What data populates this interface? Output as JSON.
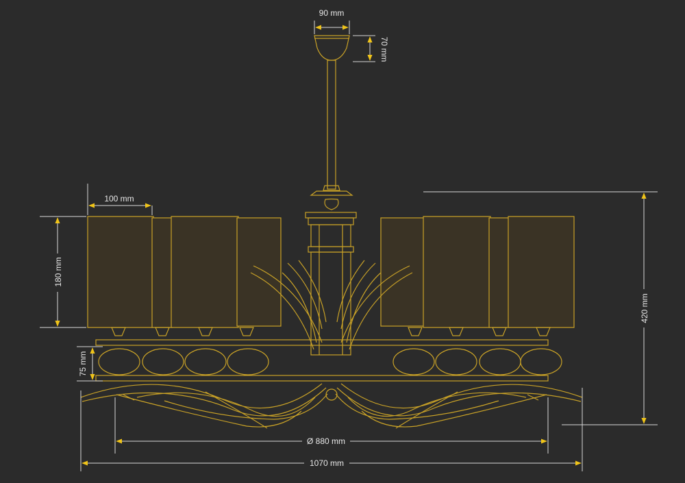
{
  "colors": {
    "background": "#2b2b2b",
    "line_gold": "#c9a227",
    "dimension_line": "#d8d8d8",
    "arrow_gold": "#f0c419",
    "label_text": "#e8e8e8"
  },
  "dimensions": {
    "canopy_width": "90 mm",
    "canopy_height": "70 mm",
    "shade_width": "100 mm",
    "shade_height": "180 mm",
    "crystal_height": "75 mm",
    "total_height": "420 mm",
    "inner_diameter": "Ø 880 mm",
    "total_width": "1070 mm"
  }
}
